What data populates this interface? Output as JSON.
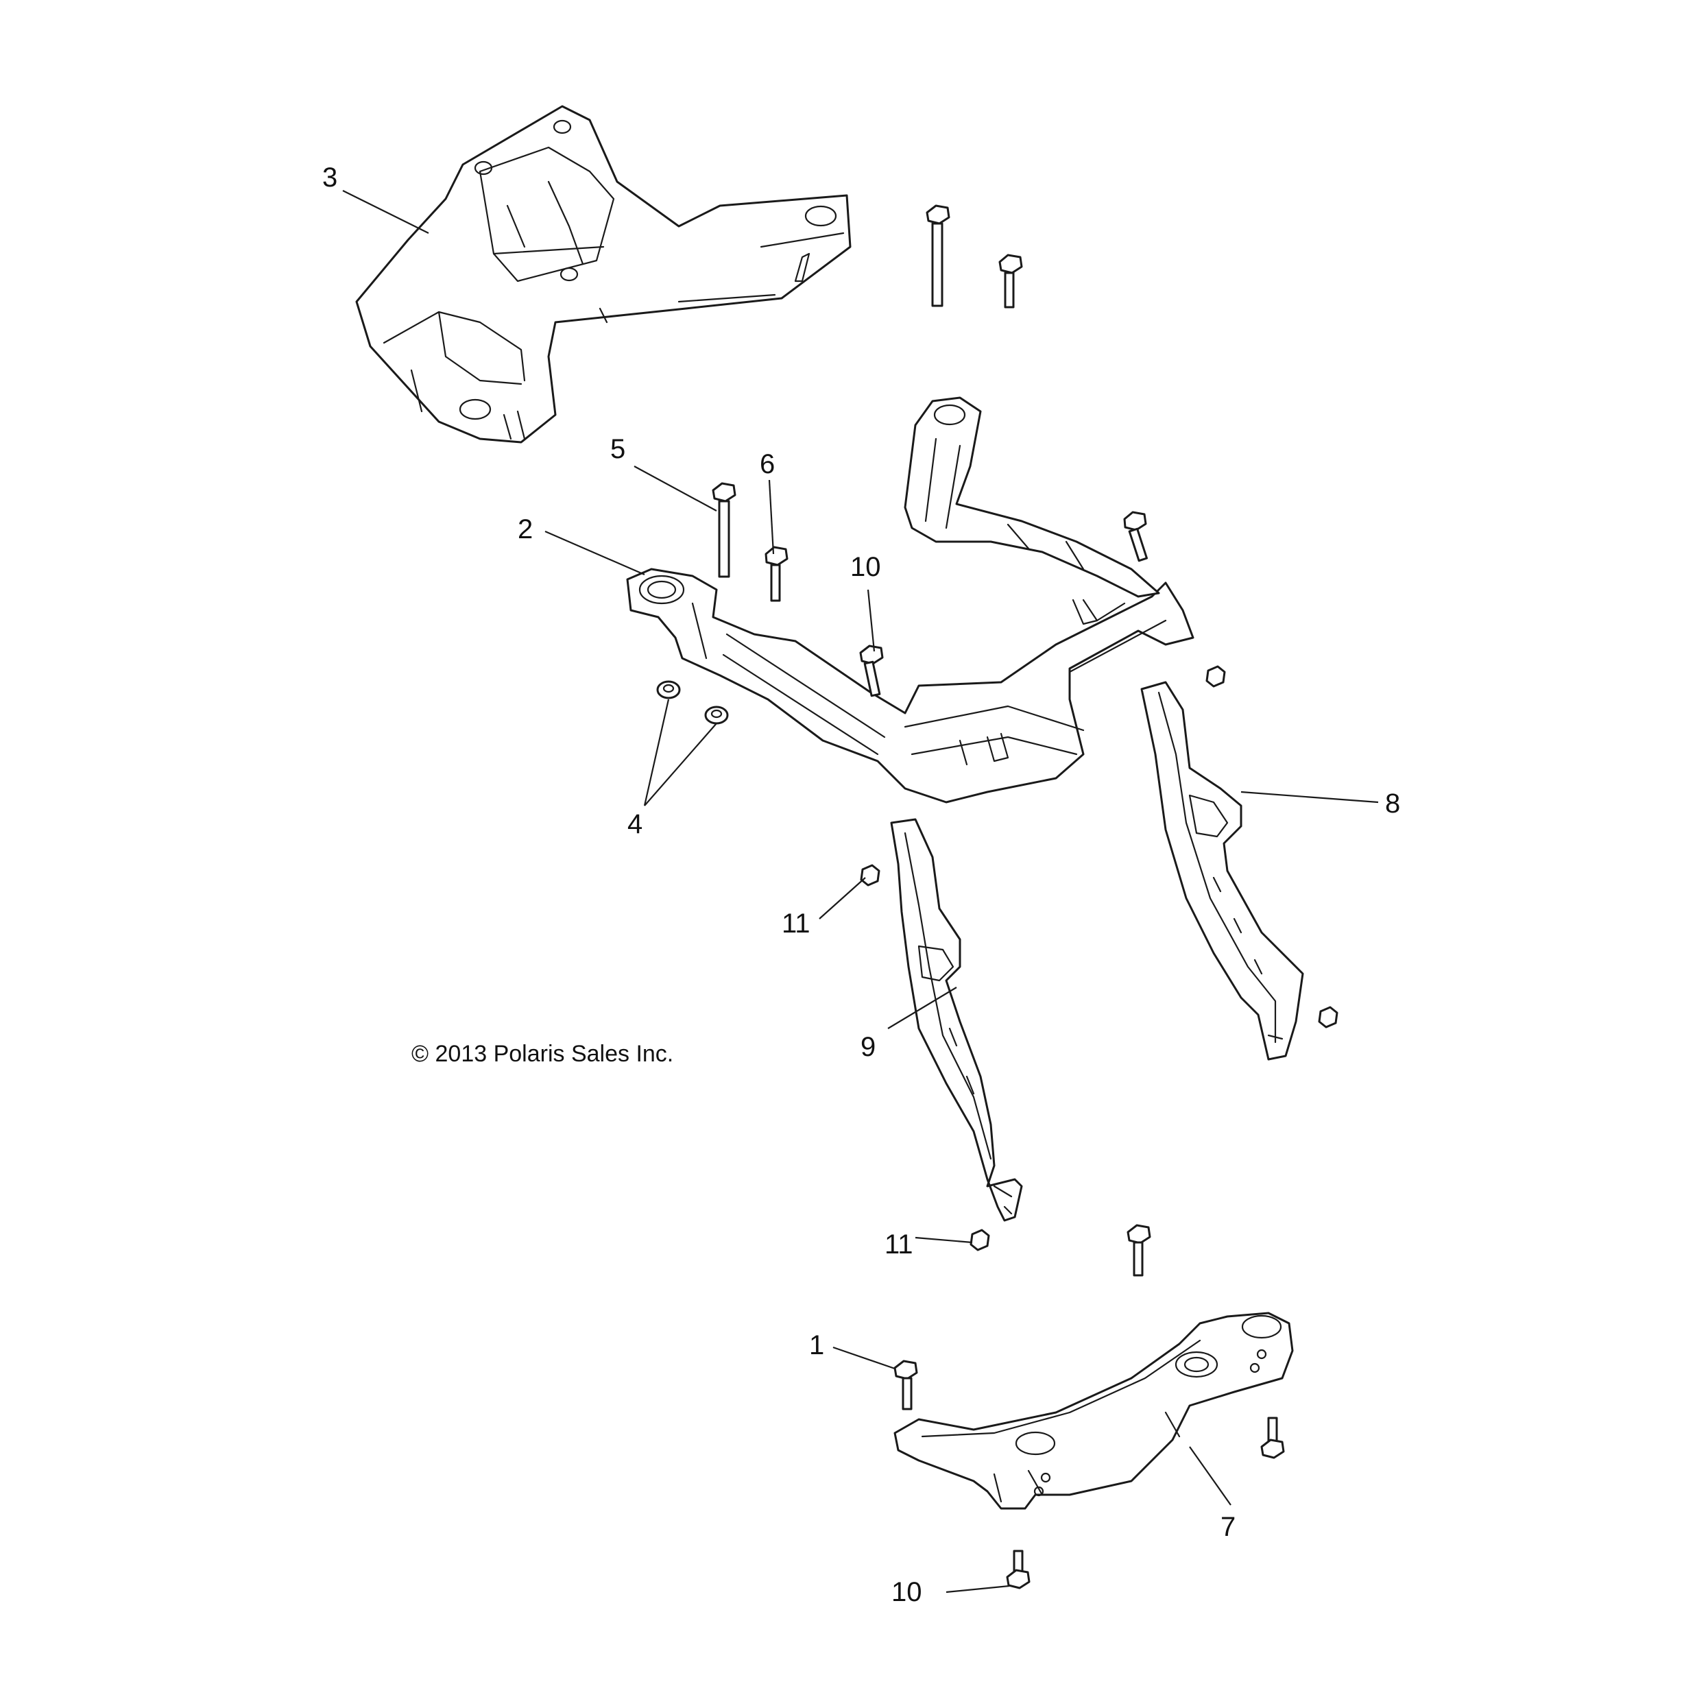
{
  "copyright": "© 2013 Polaris Sales Inc.",
  "callouts": {
    "c1": "1",
    "c2": "2",
    "c3": "3",
    "c4": "4",
    "c5": "5",
    "c6": "6",
    "c7": "7",
    "c8": "8",
    "c9": "9",
    "c10a": "10",
    "c10b": "10",
    "c11a": "11",
    "c11b": "11"
  }
}
